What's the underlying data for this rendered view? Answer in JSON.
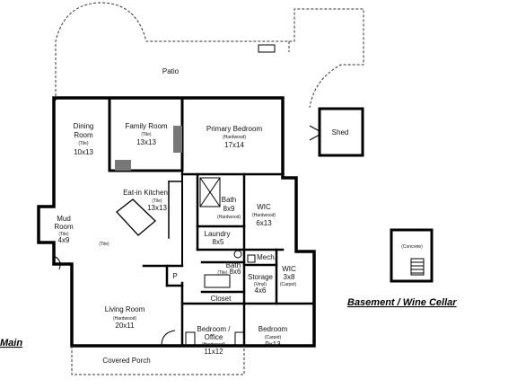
{
  "plan": {
    "outdoor": {
      "patio": "Patio",
      "shed": "Shed",
      "covered_porch": "Covered Porch"
    },
    "rooms": {
      "dining": {
        "name": [
          "Dining",
          "Room"
        ],
        "floor": "(Tile)",
        "dim": "10x13"
      },
      "family": {
        "name": "Family Room",
        "floor": "(Tile)",
        "dim": "13x13"
      },
      "primary": {
        "name": "Primary Bedroom",
        "floor": "(Hardwood)",
        "dim": "17x14"
      },
      "kitchen": {
        "name": "Eat-in Kitchen",
        "floor": "(Tile)",
        "dim": "13x13"
      },
      "mud": {
        "name": [
          "Mud",
          "Room"
        ],
        "floor": "(Tile)",
        "dim": "4x9"
      },
      "hall_floor": "(Tile)",
      "bath1": {
        "name": "Bath",
        "dim": "8x9",
        "floor": "(Hardwood)"
      },
      "wic1": {
        "name": "WIC",
        "floor": "(Hardwood)",
        "dim": "6x13"
      },
      "laundry": {
        "name": "Laundry",
        "dim": "8x5"
      },
      "bath2": {
        "name": "Bath",
        "floor": "(Tile)",
        "dim": "8x6"
      },
      "mech": {
        "name": "Mech."
      },
      "storage": {
        "name": "Storage",
        "floor": "(Vinyl)",
        "dim": "4x6"
      },
      "wic2": {
        "name": "WIC",
        "dim": "3x8",
        "floor": "(Carpet)"
      },
      "pantry": {
        "name": "P"
      },
      "closet": {
        "name": "Closet"
      },
      "living": {
        "name": "Living Room",
        "floor": "(Hardwood)",
        "dim": "20x11"
      },
      "office": {
        "name": [
          "Bedroom /",
          "Office"
        ],
        "floor": "(Hardwood)",
        "dim": "11x12"
      },
      "bedroom": {
        "name": "Bedroom",
        "floor": "(Carpet)",
        "dim": "9x13"
      }
    },
    "basement": {
      "title": "Basement / Wine Cellar",
      "floor": "(Concrete)"
    },
    "floor_title": "Main"
  }
}
